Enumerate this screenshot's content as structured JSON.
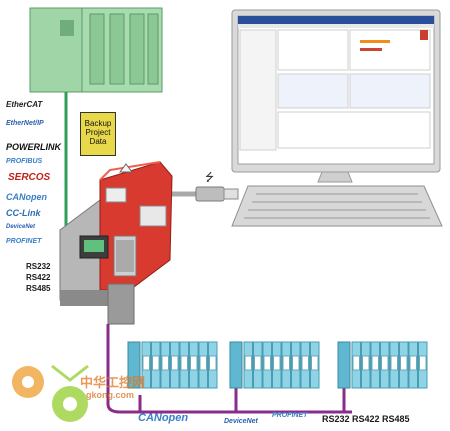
{
  "backup_note": {
    "line1": "Backup",
    "line2": "Project",
    "line3": "Data"
  },
  "fieldbus_logos": [
    {
      "name": "EtherCAT",
      "text": "EtherCAT",
      "color": "#222222"
    },
    {
      "name": "EtherNet/IP",
      "text": "EtherNet/IP",
      "color": "#2a5fb0"
    },
    {
      "name": "POWERLINK",
      "text": "POWERLINK",
      "color": "#111111"
    },
    {
      "name": "PROFIBUS",
      "text": "PROFIBUS",
      "color": "#3a7fc8"
    },
    {
      "name": "SERCOS",
      "text": "SERCOS",
      "color": "#c2211b"
    },
    {
      "name": "CANopen",
      "text": "CANopen",
      "color": "#3a7fc8"
    },
    {
      "name": "CC-Link",
      "text": "CC-Link",
      "color": "#2e6fb5"
    },
    {
      "name": "DeviceNet",
      "text": "DeviceNet",
      "color": "#2a5fb0"
    },
    {
      "name": "PROFINET",
      "text": "PROFINET",
      "color": "#3a7fc8"
    }
  ],
  "serial_interfaces": [
    "RS232",
    "RS422",
    "RS485"
  ],
  "bottom_labels": {
    "canopen": "CANopen",
    "devicenet": "DeviceNet",
    "profinet": "PROFINET",
    "serial": "RS232  RS422  RS485"
  },
  "watermark": {
    "cn": "中华工控网",
    "url": "gkong.com"
  },
  "colors": {
    "plc": "#9fd5a7",
    "gateway": "#d93a2f",
    "bus_green": "#2f9e5a",
    "bus_purple": "#8a2c8a",
    "io_module": "#8fd3e6",
    "usb_cable": "#a9a9a9"
  }
}
